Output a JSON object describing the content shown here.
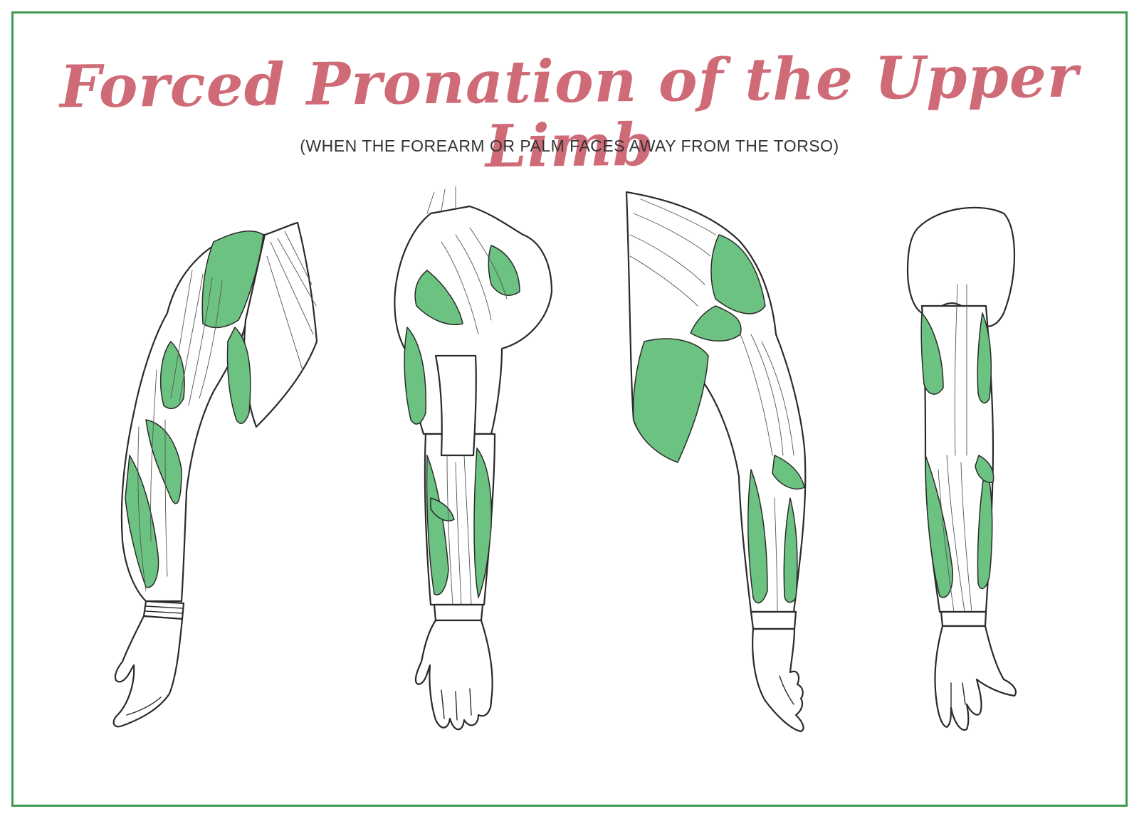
{
  "title": "Forced Pronation of the Upper Limb",
  "subtitle": "(WHEN THE FOREARM OR PALM FACES AWAY FROM THE TORSO)",
  "colors": {
    "border": "#3f9a4e",
    "title": "#cf6b76",
    "muscle_highlight": "#6cc381",
    "outline": "#2a2a2a"
  },
  "figures": [
    {
      "view": "arm-view-1"
    },
    {
      "view": "arm-view-2"
    },
    {
      "view": "arm-view-3"
    },
    {
      "view": "arm-view-4"
    }
  ]
}
